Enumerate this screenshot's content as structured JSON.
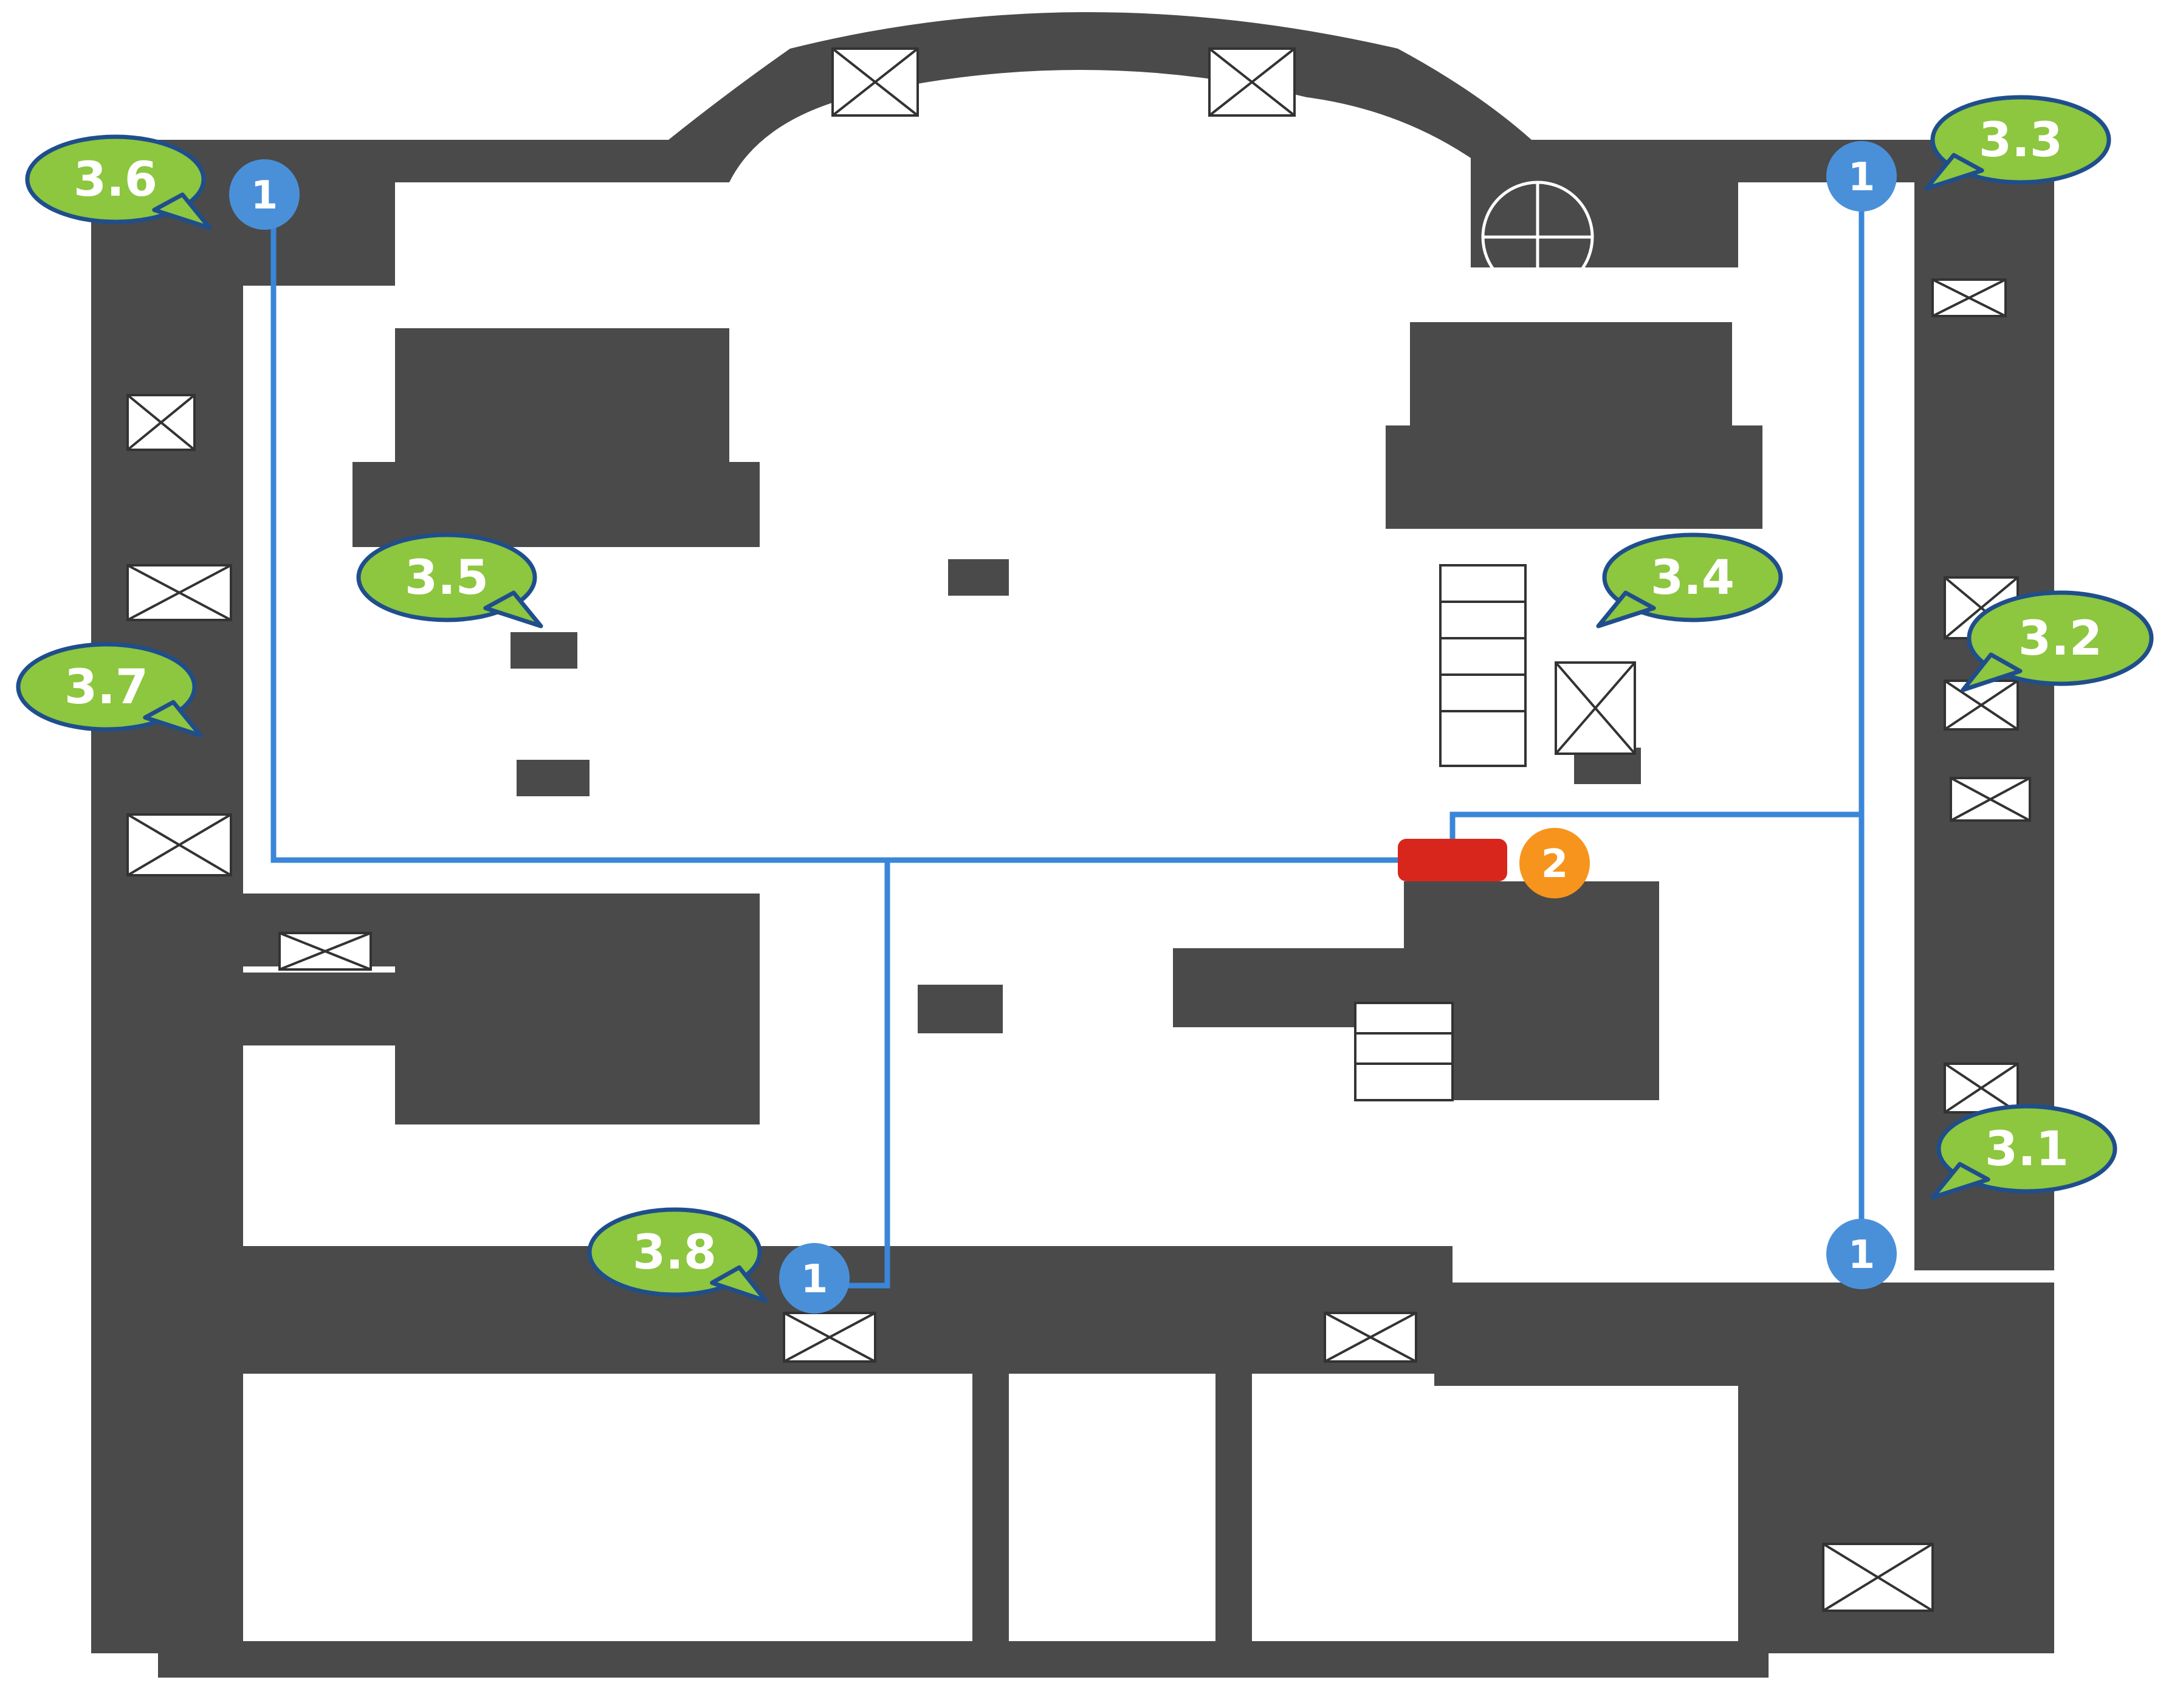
{
  "colors": {
    "wall": "#4a4a4a",
    "route": "#3a86d8",
    "callout_fill": "#8dc63f",
    "callout_stroke": "#1f4e8c",
    "marker_blue": "#4a90d9",
    "marker_orange": "#f7941d",
    "sensor_red": "#d9261c"
  },
  "callouts": [
    {
      "id": "3.1",
      "label": "3.1"
    },
    {
      "id": "3.2",
      "label": "3.2"
    },
    {
      "id": "3.3",
      "label": "3.3"
    },
    {
      "id": "3.4",
      "label": "3.4"
    },
    {
      "id": "3.5",
      "label": "3.5"
    },
    {
      "id": "3.6",
      "label": "3.6"
    },
    {
      "id": "3.7",
      "label": "3.7"
    },
    {
      "id": "3.8",
      "label": "3.8"
    }
  ],
  "markers": [
    {
      "id": "m1-top-left",
      "label": "1",
      "kind": "blue"
    },
    {
      "id": "m1-top-right",
      "label": "1",
      "kind": "blue"
    },
    {
      "id": "m1-bottom-right",
      "label": "1",
      "kind": "blue"
    },
    {
      "id": "m1-bottom-center",
      "label": "1",
      "kind": "blue"
    },
    {
      "id": "m2",
      "label": "2",
      "kind": "orange"
    }
  ],
  "icons": [
    "window-icon",
    "staircase-icon",
    "sensor-icon"
  ]
}
